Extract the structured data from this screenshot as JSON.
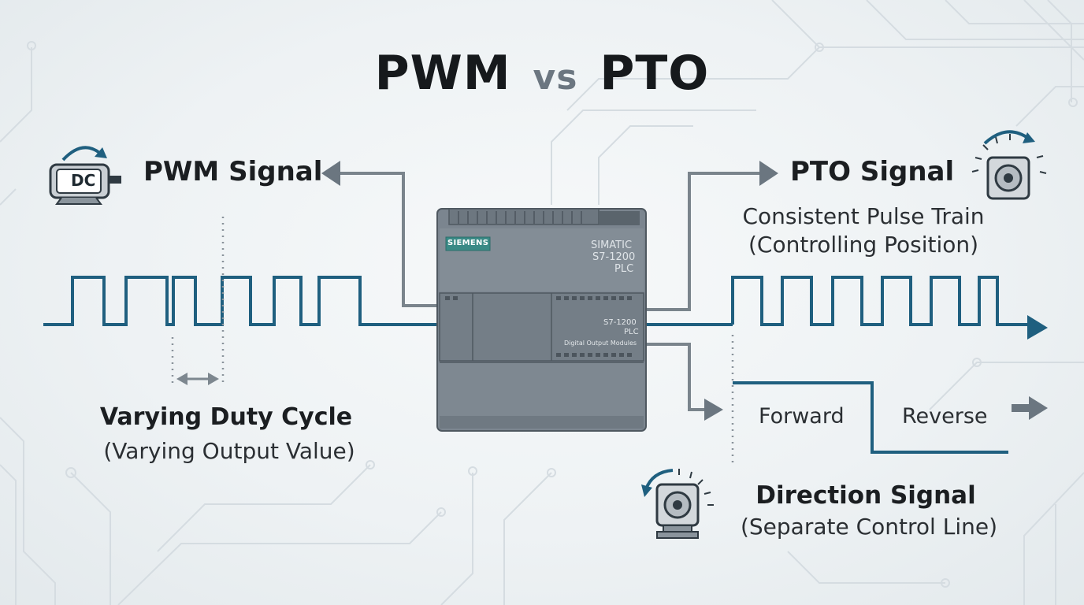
{
  "title": {
    "left": "PWM",
    "vs": "vs",
    "right": "PTO"
  },
  "pwm": {
    "heading": "PWM Signal",
    "motor_label": "DC",
    "caption_title": "Varying Duty Cycle",
    "caption_sub": "(Varying Output Value)"
  },
  "pto": {
    "heading": "PTO Signal",
    "sub_line1": "Consistent Pulse Train",
    "sub_line2": "(Controlling Position)"
  },
  "direction": {
    "forward": "Forward",
    "reverse": "Reverse",
    "heading": "Direction Signal",
    "sub": "(Separate Control Line)"
  },
  "plc": {
    "brand": "SIEMENS",
    "model_line1": "SIMATIC",
    "model_line2": "S7-1200",
    "model_line3": "PLC",
    "module_line1": "S7-1200",
    "module_line2": "PLC",
    "module_caption": "Digital Output Modules"
  },
  "colors": {
    "signal": "#1f5f7f",
    "arrow": "#6b7680",
    "plc_body": "#7b858f",
    "brand_plate": "#3a8a86",
    "circuit": "#d6dde2"
  },
  "icons": {
    "dc_motor": "dc-motor-icon",
    "stepper_motor": "stepper-motor-icon",
    "rotation": "rotation-arrow-icon"
  }
}
